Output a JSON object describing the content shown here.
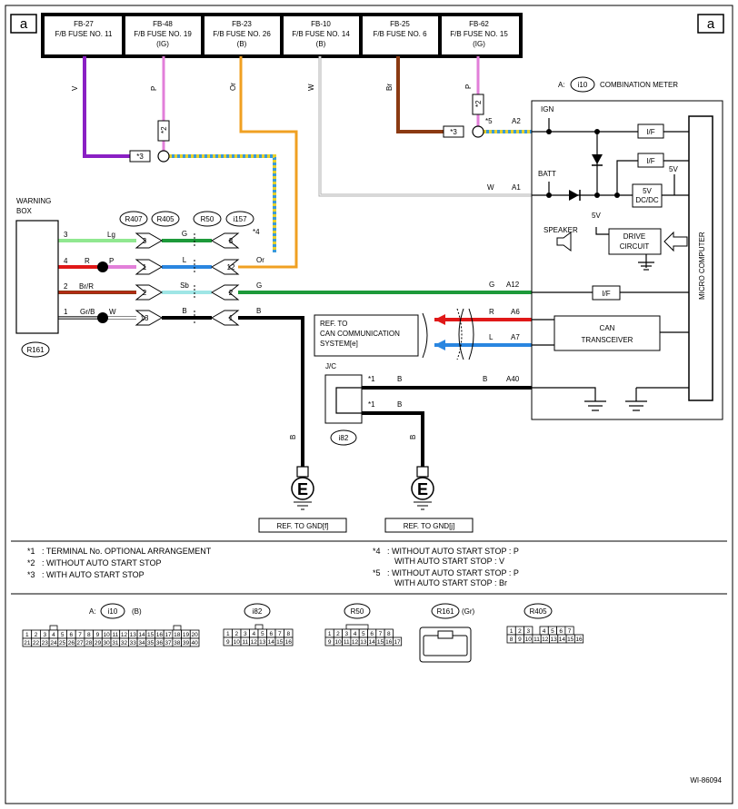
{
  "corner_labels": {
    "left": "a",
    "right": "a"
  },
  "fuses": [
    {
      "id": "FB-27",
      "line1": "F/B FUSE NO. 11",
      "line2": ""
    },
    {
      "id": "FB-48",
      "line1": "F/B FUSE NO. 19",
      "line2": "(IG)"
    },
    {
      "id": "FB-23",
      "line1": "F/B FUSE NO. 26",
      "line2": "(B)"
    },
    {
      "id": "FB-10",
      "line1": "F/B FUSE NO. 14",
      "line2": "(B)"
    },
    {
      "id": "FB-25",
      "line1": "F/B FUSE NO. 6",
      "line2": ""
    },
    {
      "id": "FB-62",
      "line1": "F/B FUSE NO. 15",
      "line2": "(IG)"
    }
  ],
  "wire_colors": {
    "v": "V",
    "p1": "P",
    "or": "Or",
    "w": "W",
    "br": "Br",
    "p2": "P",
    "star2a": "*2",
    "star2b": "*2",
    "star3a": "*3",
    "star3b": "*3",
    "star4": "*4",
    "star5": "*5",
    "a2": "A2",
    "a1": "A1",
    "w_a1": "W"
  },
  "warning_box": {
    "label1": "WARNING",
    "label2": "BOX",
    "connector": "R161"
  },
  "wb_pins": [
    {
      "pin": "3",
      "c1": "Lg",
      "c2": "",
      "c3": ""
    },
    {
      "pin": "4",
      "c1": "R",
      "c2": "P",
      "c3": ""
    },
    {
      "pin": "2",
      "c1": "Br/R",
      "c2": "",
      "c3": ""
    },
    {
      "pin": "1",
      "c1": "Gr/B",
      "c2": "W",
      "c3": ""
    }
  ],
  "connectors": [
    "R407",
    "R405",
    "R50",
    "i157"
  ],
  "conn_pins_left": [
    "3",
    "1",
    "2",
    "13"
  ],
  "conn_pins_right": [
    "3",
    "12",
    "2",
    "1"
  ],
  "mid_wires": [
    "G",
    "L",
    "Sb",
    "B"
  ],
  "right_wires": [
    "",
    "Or",
    "G",
    "B"
  ],
  "meter": {
    "tag": "A:",
    "conn": "i10",
    "title": "COMBINATION METER",
    "ign": "IGN",
    "batt": "BATT",
    "if": "I/F",
    "v5": "5V",
    "dcdc1": "5V",
    "dcdc2": "DC/DC",
    "speaker": "SPEAKER",
    "drive1": "DRIVE",
    "drive2": "CIRCUIT",
    "micro": "MICRO COMPUTER",
    "can1": "CAN",
    "can2": "TRANSCEIVER",
    "g": "G",
    "a12": "A12",
    "r": "R",
    "a6": "A6",
    "l": "L",
    "a7": "A7",
    "b": "B",
    "a40": "A40"
  },
  "ref_can": [
    "REF. TO",
    "CAN COMMUNICATION",
    "SYSTEM[e]"
  ],
  "jc": {
    "label": "J/C",
    "conn": "i82",
    "s1": "*1",
    "b1": "B",
    "s2": "*1",
    "b2": "B"
  },
  "gnd": {
    "b1": "B",
    "b2": "B",
    "ref1": "REF. TO GND[f]",
    "ref2": "REF. TO GND[j]",
    "e": "E"
  },
  "notes_left": [
    {
      "mark": "*1",
      "text": ": TERMINAL No. OPTIONAL ARRANGEMENT"
    },
    {
      "mark": "*2",
      "text": ": WITHOUT AUTO START STOP"
    },
    {
      "mark": "*3",
      "text": ": WITH AUTO START STOP"
    }
  ],
  "notes_right": [
    {
      "mark": "*4",
      "text": ": WITHOUT AUTO START STOP : P",
      "text2": "WITH AUTO START STOP : V"
    },
    {
      "mark": "*5",
      "text": ": WITHOUT AUTO START STOP : P",
      "text2": "WITH AUTO START STOP : Br"
    }
  ],
  "bottom_connectors": {
    "i10_tag": "A:",
    "i10": "i10",
    "i10_color": "(B)",
    "i82": "i82",
    "r50": "R50",
    "r161": "R161",
    "r161_color": "(Gr)",
    "r405": "R405"
  },
  "doc_id": "WI-86094"
}
